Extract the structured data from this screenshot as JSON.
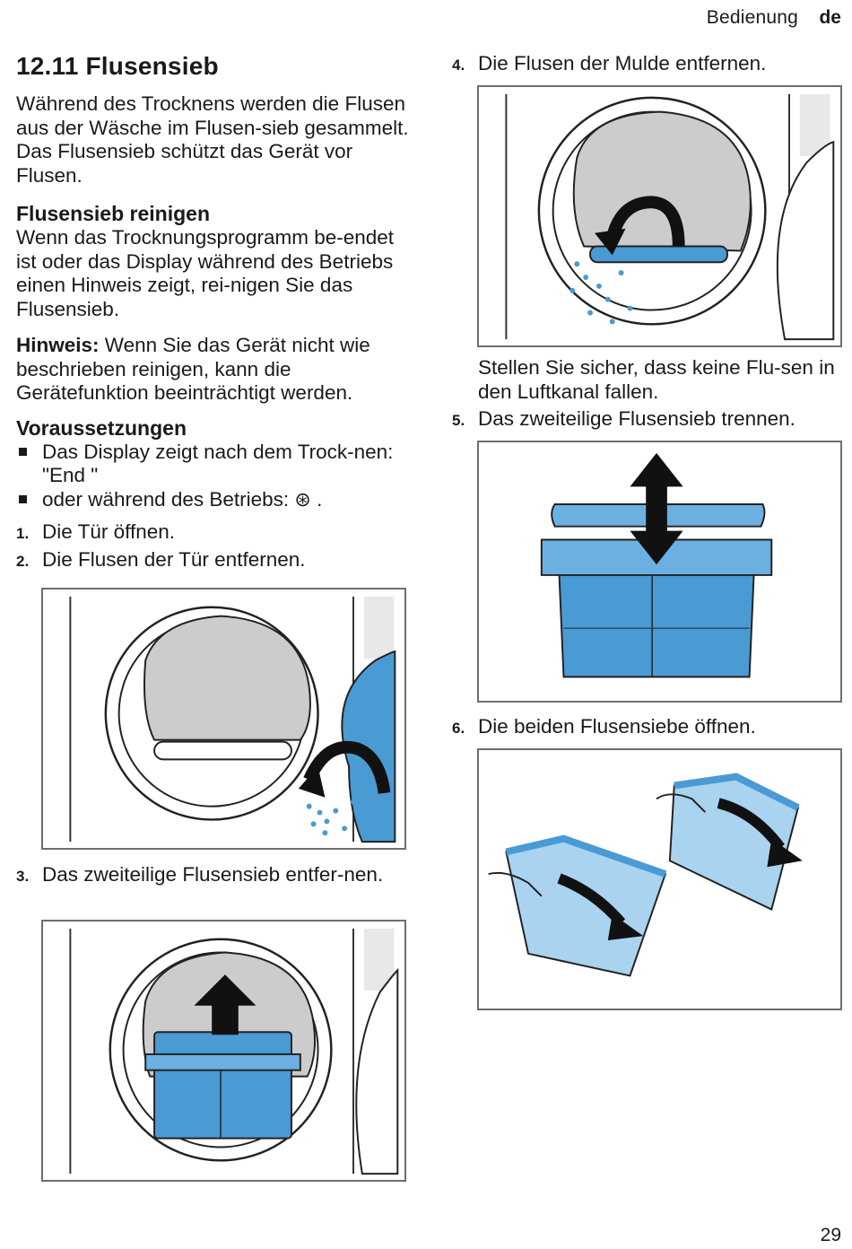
{
  "header": {
    "section": "Bedienung",
    "lang": "de"
  },
  "page_number": "29",
  "left": {
    "title": "12.11 Flusensieb",
    "intro": "Während des Trocknens werden die Flusen aus der Wäsche im Flusen-sieb gesammelt. Das Flusensieb schützt das Gerät vor Flusen.",
    "clean_heading": "Flusensieb reinigen",
    "clean_text": "Wenn das Trocknungsprogramm be-endet ist oder das Display während des Betriebs einen Hinweis zeigt, rei-nigen Sie das Flusensieb.",
    "note_label": "Hinweis:",
    "note_text": " Wenn Sie das Gerät nicht wie beschrieben reinigen, kann die Gerätefunktion beeinträchtigt werden.",
    "req_heading": "Voraussetzungen",
    "bullet1": "Das Display zeigt nach dem Trock-nen: \"End \"",
    "bullet2": "oder während des Betriebs: ",
    "bullet2_symbol": "⊛",
    "bullet2_end": " .",
    "step1_num": "1.",
    "step1": "Die Tür öffnen.",
    "step2_num": "2.",
    "step2": "Die Flusen der Tür entfernen.",
    "step3_num": "3.",
    "step3": "Das zweiteilige Flusensieb entfer-nen."
  },
  "right": {
    "step4_num": "4.",
    "step4": "Die Flusen der Mulde entfernen.",
    "step4_note": "Stellen Sie sicher, dass keine Flu-sen in den Luftkanal fallen.",
    "step5_num": "5.",
    "step5": "Das zweiteilige Flusensieb trennen.",
    "step6_num": "6.",
    "step6": "Die beiden Flusensiebe öffnen."
  },
  "colors": {
    "filter_blue": "#4a9ad4",
    "filter_light": "#a9d3ef",
    "lint_grey": "#c8c8c8",
    "frame_grey": "#6e6e6e"
  }
}
